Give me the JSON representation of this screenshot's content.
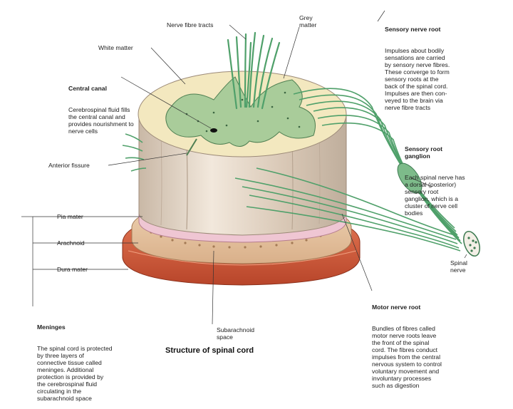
{
  "title": "Structure of spinal cord",
  "labels": {
    "nerve_fibre_tracts": "Nerve fibre tracts",
    "grey_matter": "Grey\nmatter",
    "white_matter": "White matter",
    "central_canal": {
      "heading": "Central canal",
      "text": "Cerebrospinal fluid fills\nthe central canal and\nprovides nourishment to\nnerve cells"
    },
    "anterior_fissure": "Anterior fissure",
    "pia_mater": "Pia mater",
    "arachnoid": "Arachnoid",
    "dura_mater": "Dura mater",
    "meninges": {
      "heading": "Meninges",
      "text": "The spinal cord is protected\nby three layers of\nconnective tissue called\nmeninges. Additional\nprotection is provided by\nthe cerebrospinal fluid\ncirculating in the\nsubarachnoid space"
    },
    "subarachnoid_space": "Subarachnoid\nspace",
    "sensory_nerve_root": {
      "heading": "Sensory nerve root",
      "text": "Impulses about bodily\nsensations are carried\nby sensory nerve fibres.\nThese converge to form\nsensory roots at the\nback of the spinal cord.\nImpulses are then con-\nveyed to the brain via\nnerve fibre tracts"
    },
    "sensory_root_ganglion": {
      "heading": "Sensory root\nganglion",
      "text": "Each spinal nerve has\na dorsal (posterior)\nsensory root\nganglion, which is a\ncluster of nerve cell\nbodies"
    },
    "spinal_nerve": "Spinal\nnerve",
    "motor_nerve_root": {
      "heading": "Motor nerve root",
      "text": "Bundles of fibres called\nmotor nerve roots leave\nthe front of the spinal\ncord. The fibres conduct\nimpulses from the central\nnervous system to control\nvoluntary movement and\ninvoluntary processes\nsuch as digestion"
    }
  },
  "colors": {
    "white_matter": "#f3e8bf",
    "grey_matter": "#9cc48e",
    "nerve_green": "#4fa06a",
    "cord_side": "#e4d6c8",
    "pia_mater": "#e8b8c8",
    "arachnoid": "#e8c9a8",
    "dura_mater": "#d5603f"
  }
}
